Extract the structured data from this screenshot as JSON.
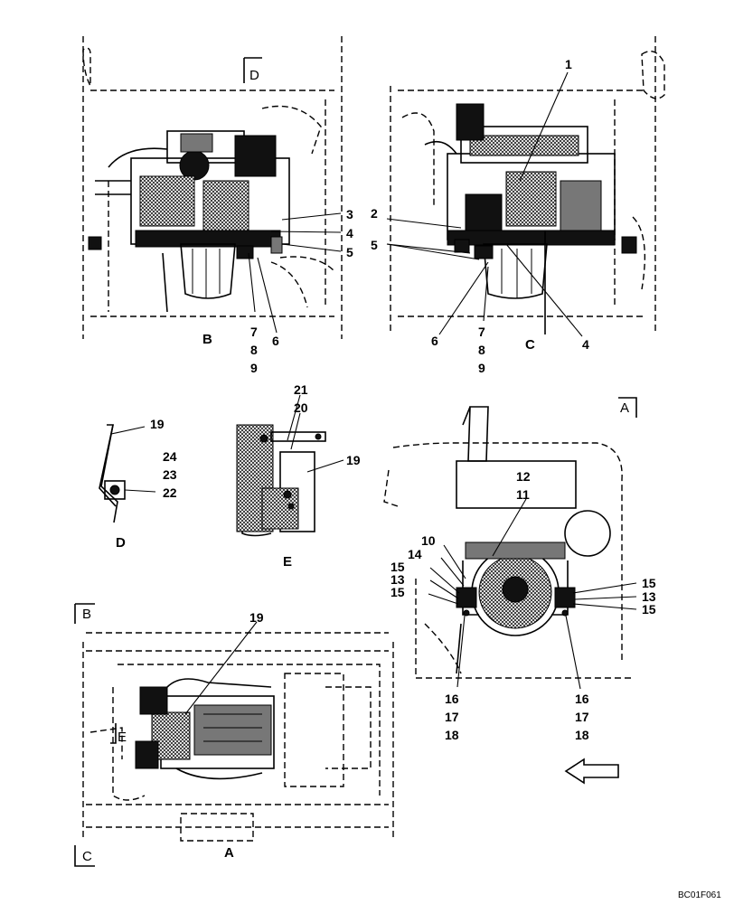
{
  "drawing": {
    "code": "BC01F061",
    "views": {
      "B": {
        "title": "B",
        "callouts": [
          "3",
          "4",
          "5",
          "6",
          "7",
          "8",
          "9"
        ]
      },
      "C": {
        "title": "C",
        "callouts": [
          "1",
          "2",
          "5",
          "4",
          "6",
          "7",
          "8",
          "9"
        ]
      },
      "D": {
        "title": "D",
        "callouts": [
          "19",
          "24",
          "23",
          "22"
        ]
      },
      "E": {
        "title": "E",
        "callouts": [
          "21",
          "20",
          "19"
        ]
      },
      "A": {
        "title": "A",
        "callouts": [
          "19"
        ]
      },
      "rear": {
        "callouts_left": [
          "12",
          "11",
          "10",
          "14",
          "15",
          "13",
          "15",
          "16",
          "17",
          "18"
        ],
        "callouts_right": [
          "15",
          "13",
          "15",
          "16",
          "17",
          "18"
        ]
      }
    },
    "section_markers": {
      "top_D": "D",
      "right_A": "A",
      "left_B": "B",
      "left_C": "C",
      "mid_E": "E"
    }
  }
}
